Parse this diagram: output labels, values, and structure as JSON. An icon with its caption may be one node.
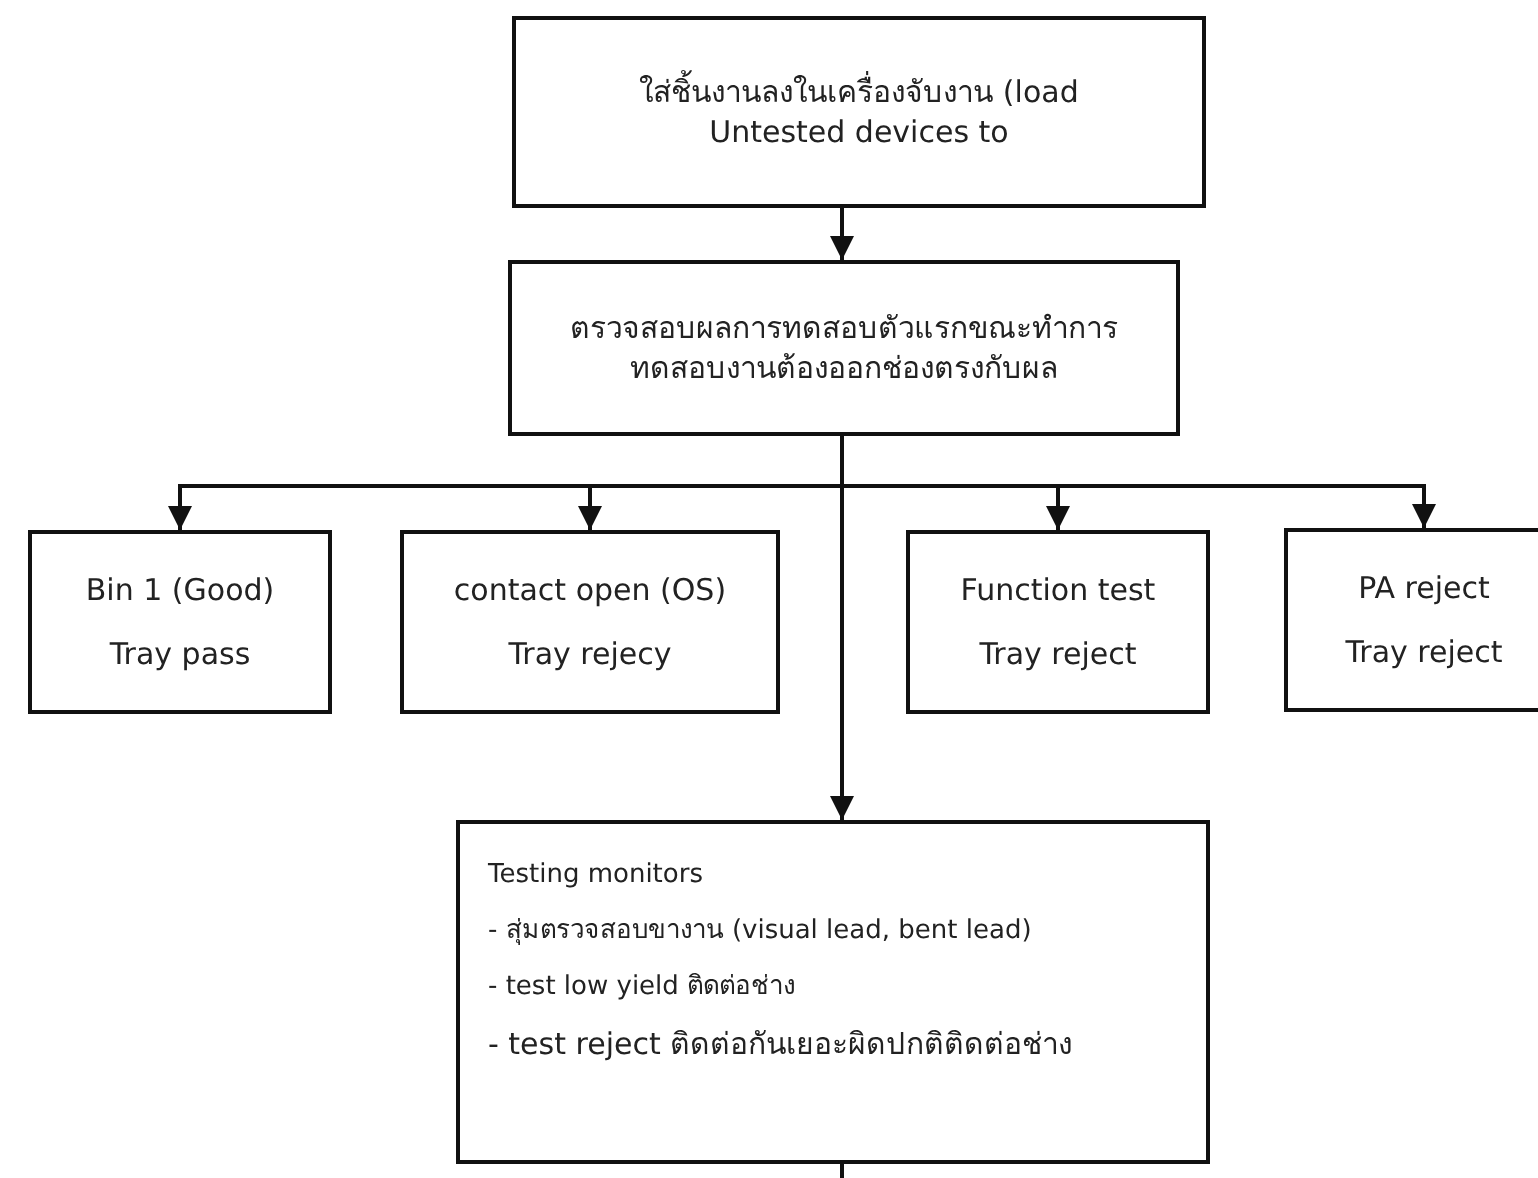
{
  "diagram": {
    "nodes": [
      {
        "text": [
          "ใส่ชิ้นงานลงในเครื่องจับงาน (load Untested devices to"
        ]
      },
      {
        "text": [
          "ตรวจสอบผลการทดสอบตัวแรกขณะทำการทดสอบงานต้องออกช่องตรงกับผล"
        ]
      },
      {
        "text": [
          "Bin 1 (Good)",
          "Tray pass"
        ]
      },
      {
        "text": [
          "contact open (OS)",
          "Tray rejecy"
        ]
      },
      {
        "text": [
          "Function test",
          "Tray reject"
        ]
      },
      {
        "text": [
          "PA reject",
          "Tray reject"
        ]
      },
      {
        "text": [
          "Testing monitors",
          "- สุ่มตรวจสอบขางาน (visual lead, bent lead)",
          "- test low yield ติดต่อช่าง",
          "- test reject ติดต่อกันเยอะผิดปกติติดต่อช่าง"
        ]
      }
    ],
    "edges": [
      {
        "from": 0,
        "to": 1,
        "arrow": "to"
      },
      {
        "from": 1,
        "to": 2,
        "arrow": "to"
      },
      {
        "from": 1,
        "to": 3,
        "arrow": "to"
      },
      {
        "from": 1,
        "to": 4,
        "arrow": "to"
      },
      {
        "from": 1,
        "to": 5,
        "arrow": "to"
      },
      {
        "from": 1,
        "to": 6,
        "arrow": "to"
      },
      {
        "from": 6,
        "to": null,
        "arrow": "none"
      }
    ]
  }
}
